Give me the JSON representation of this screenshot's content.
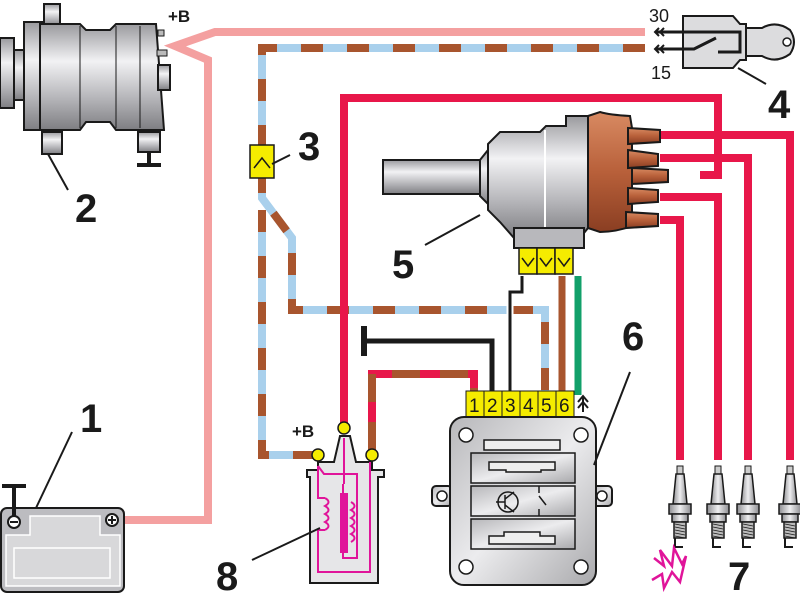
{
  "diagram": {
    "title": "Contactless (Hall-sensor) ignition system wiring diagram",
    "wire_colors": {
      "pink_power": "#f4a0a0",
      "red_ht": "#e8174a",
      "brown": "#a8552e",
      "light_blue": "#a9d0ec",
      "black": "#1a1a1a",
      "green": "#12a06a",
      "connector_yellow": "#f5ec00",
      "coil_magenta": "#e0149a",
      "metal_gray": "#c9c9cc",
      "cap_brown": "#b8603a"
    },
    "components": [
      {
        "number": "1",
        "name": "Battery",
        "terminals": {
          "negative": "−",
          "positive": "+"
        }
      },
      {
        "number": "2",
        "name": "Generator (alternator)",
        "terminal_label": "+B"
      },
      {
        "number": "3",
        "name": "Connector block"
      },
      {
        "number": "4",
        "name": "Ignition switch",
        "terminals": [
          "30",
          "15"
        ]
      },
      {
        "number": "5",
        "name": "Ignition distributor (Hall sensor)"
      },
      {
        "number": "6",
        "name": "Switch (ignition commutator)",
        "pins": [
          "1",
          "2",
          "3",
          "4",
          "5",
          "6"
        ]
      },
      {
        "number": "7",
        "name": "Spark plugs",
        "count": 4
      },
      {
        "number": "8",
        "name": "Ignition coil",
        "terminal_label": "+B"
      }
    ],
    "labels": {
      "battery_num": "1",
      "generator_num": "2",
      "connector_num": "3",
      "switch_num": "4",
      "distributor_num": "5",
      "commutator_num": "6",
      "plugs_num": "7",
      "coil_num": "8",
      "generator_terminal": "+B",
      "coil_terminal": "+B",
      "ignition_term_30": "30",
      "ignition_term_15": "15",
      "pin_1": "1",
      "pin_2": "2",
      "pin_3": "3",
      "pin_4": "4",
      "pin_5": "5",
      "pin_6": "6",
      "bat_minus": "−",
      "bat_plus": "+"
    }
  }
}
